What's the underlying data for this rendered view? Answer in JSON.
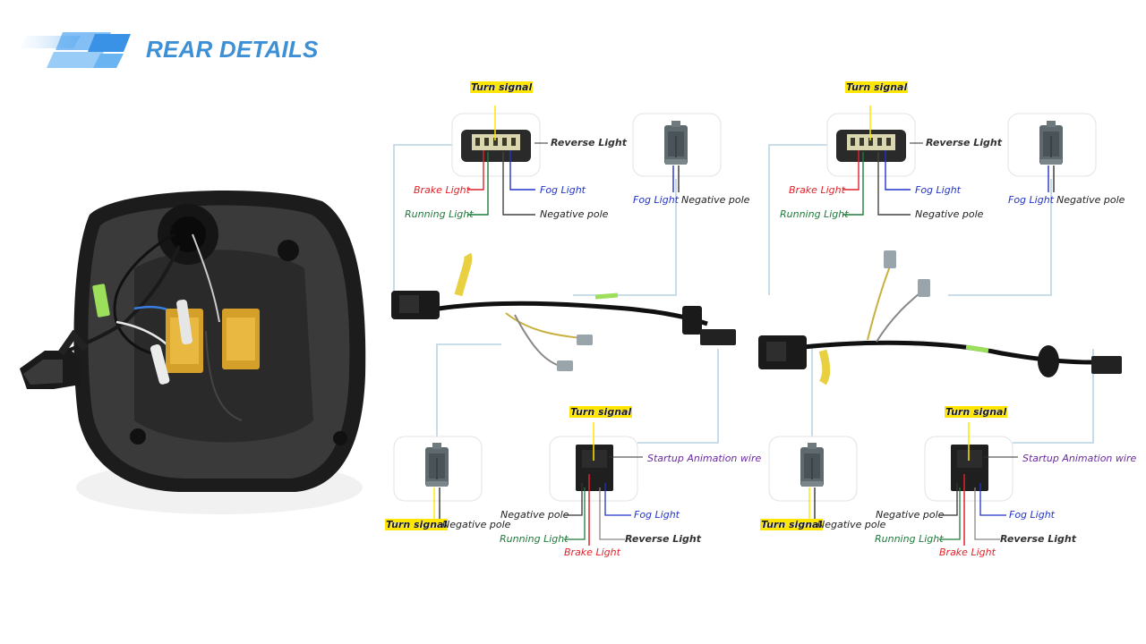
{
  "header": {
    "title": "REAR DETAILS",
    "accent_color": "#3d8fd6"
  },
  "colors": {
    "turn_signal": "#ffe600",
    "brake": "#e0222a",
    "running": "#1f7a3b",
    "fog": "#2233c8",
    "negative": "#222222",
    "startup": "#6b2aa0",
    "line": "#b8d4e4"
  },
  "diagrams": [
    {
      "top_connector": {
        "turn_signal": "Turn signal",
        "reverse_light": "Reverse Light",
        "brake_light": "Brake Light",
        "fog_light": "Fog Light",
        "running_light": "Running Light",
        "negative_pole": "Negative pole"
      },
      "fog_connector": {
        "fog_light": "Fog Light",
        "negative_pole": "Negative pole"
      },
      "turn_connector": {
        "turn_signal": "Turn signal",
        "negative_pole": "Negative pole"
      },
      "bottom_connector": {
        "turn_signal": "Turn signal",
        "startup_wire": "Startup Animation wire",
        "negative_pole": "Negative pole",
        "fog_light": "Fog Light",
        "running_light": "Running Light",
        "reverse_light": "Reverse Light",
        "brake_light": "Brake Light"
      }
    },
    {
      "top_connector": {
        "turn_signal": "Turn signal",
        "reverse_light": "Reverse Light",
        "brake_light": "Brake Light",
        "fog_light": "Fog Light",
        "running_light": "Running Light",
        "negative_pole": "Negative pole"
      },
      "fog_connector": {
        "fog_light": "Fog Light",
        "negative_pole": "Negative pole"
      },
      "turn_connector": {
        "turn_signal": "Turn signal",
        "negative_pole": "Negative pole"
      },
      "bottom_connector": {
        "turn_signal": "Turn signal",
        "startup_wire": "Startup Animation wire",
        "negative_pole": "Negative pole",
        "fog_light": "Fog Light",
        "running_light": "Running Light",
        "reverse_light": "Reverse Light",
        "brake_light": "Brake Light"
      }
    }
  ]
}
